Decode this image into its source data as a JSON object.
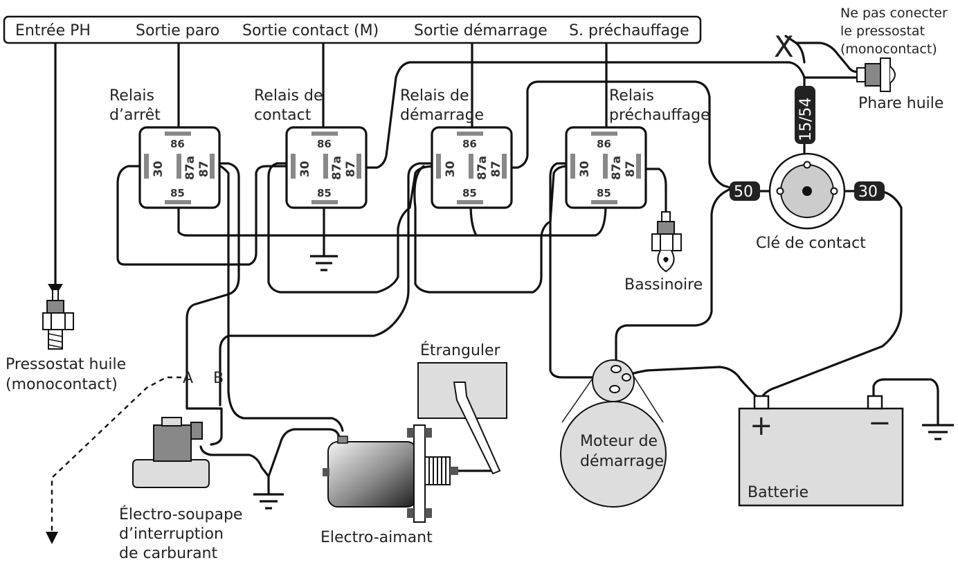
{
  "header": {
    "entree_ph": "Entrée PH",
    "sortie_paro": "Sortie paro",
    "sortie_contact": "Sortie contact (M)",
    "sortie_demarrage": "Sortie démarrage",
    "sortie_prechauffage": "S. préchauffage"
  },
  "note": {
    "line1": "Ne pas conecter",
    "line2": "le pressostat",
    "line3": "(monocontact)"
  },
  "relays": {
    "arret": {
      "line1": "Relais",
      "line2": "d’arrêt"
    },
    "contact": {
      "line1": "Relais de",
      "line2": "contact"
    },
    "demarrage": {
      "line1": "Relais de",
      "line2": "démarrage"
    },
    "prechauffage": {
      "line1": "Relais",
      "line2": "préchauffage"
    },
    "pins": {
      "p86": "86",
      "p85": "85",
      "p30": "30",
      "p87a": "87a",
      "p87": "87"
    }
  },
  "key_switch": {
    "label": "Clé de contact",
    "t50": "50",
    "t30": "30",
    "t1554": "15/54"
  },
  "components": {
    "phare_huile": "Phare huile",
    "bassinoire": "Bassinoire",
    "pressostat": {
      "line1": "Pressostat huile",
      "line2": "(monocontact)"
    },
    "point_a": "A",
    "point_b": "B",
    "etrangler": "Étranguler",
    "electro_aimant": "Electro-aimant",
    "soupape": {
      "line1": "Électro-soupape",
      "line2": "d’interruption",
      "line3": "de carburant"
    },
    "moteur": {
      "line1": "Moteur de",
      "line2": "démarrage"
    },
    "batterie": "Batterie",
    "plus": "+",
    "minus": "−",
    "cross": "X"
  }
}
